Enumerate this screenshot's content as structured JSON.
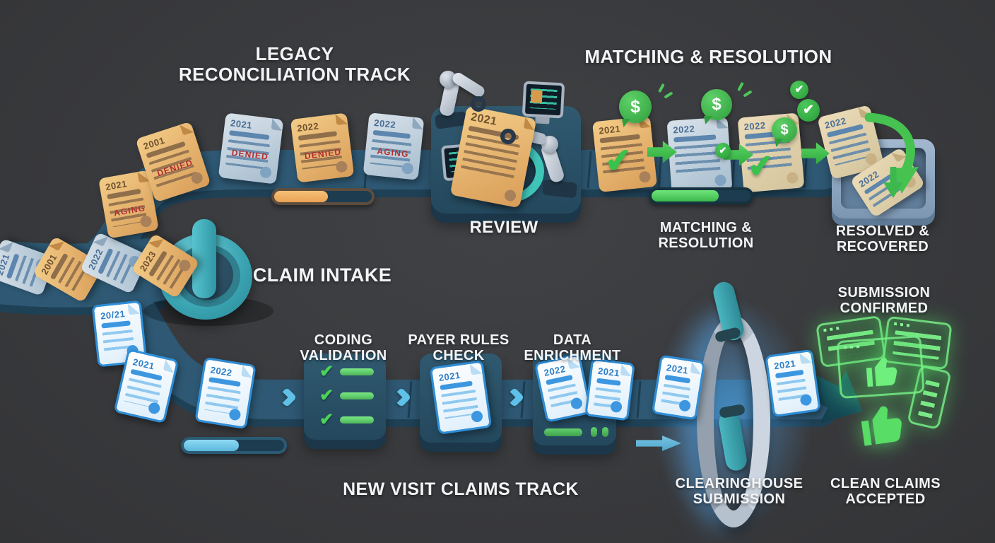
{
  "titles": {
    "legacy_line1": "LEGACY",
    "legacy_line2": "RECONCILIATION TRACK",
    "matching_top": "MATCHING & RESOLUTION",
    "new_track": "NEW VISIT CLAIMS TRACK"
  },
  "labels": {
    "claim_intake": "CLAIM INTAKE",
    "review": "REVIEW",
    "matching_line1": "MATCHING &",
    "matching_line2": "RESOLUTION",
    "resolved_line1": "RESOLVED &",
    "resolved_line2": "RECOVERED",
    "coding_line1": "CODING",
    "coding_line2": "VALIDATION",
    "payer_line1": "PAYER RULES",
    "payer_line2": "CHECK",
    "data_line1": "DATA",
    "data_line2": "ENRICHMENT",
    "submission_line1": "SUBMISSION",
    "submission_line2": "CONFIRMED",
    "clearinghouse_line1": "CLEARINGHOUSE",
    "clearinghouse_line2": "SUBMISSION",
    "clean_line1": "CLEAN CLAIMS",
    "clean_line2": "ACCEPTED"
  },
  "icons": {
    "dollar": "$",
    "check": "✔"
  },
  "docs": {
    "legacy_queue": [
      {
        "year": "2021",
        "style": "aged-blue"
      },
      {
        "year": "2001",
        "style": "aged-orange"
      },
      {
        "year": "2022",
        "style": "aged-blue"
      },
      {
        "year": "2023",
        "style": "aged-orange"
      }
    ],
    "legacy_belt": [
      {
        "year": "2021",
        "stamp": "AGING",
        "style": "aged-orange"
      },
      {
        "year": "2001",
        "stamp": "DENIED",
        "style": "aged-orange"
      },
      {
        "year": "2021",
        "stamp": "DENIED",
        "style": "aged-blue"
      },
      {
        "year": "2022",
        "stamp": "DENIED",
        "style": "aged-orange"
      },
      {
        "year": "2022",
        "stamp": "AGING",
        "style": "aged-blue"
      }
    ],
    "review_doc": {
      "year": "2021"
    },
    "matching": [
      {
        "year": "2021",
        "style": "aged-orange"
      },
      {
        "year": "2022",
        "style": "aged-blue"
      },
      {
        "year": "2022",
        "style": "aged-beige"
      }
    ],
    "resolved": [
      {
        "year": "2022"
      },
      {
        "year": "2022"
      }
    ],
    "new_belt": [
      {
        "year": "20/21"
      },
      {
        "year": "2021"
      },
      {
        "year": "2022"
      },
      {
        "year": "2021"
      },
      {
        "year": "2022"
      },
      {
        "year": "2021"
      },
      {
        "year": "2021"
      },
      {
        "year": "2021"
      }
    ]
  },
  "progress": {
    "legacy": {
      "percent": 55,
      "color": "#f2b168"
    },
    "matching": {
      "percent": 68,
      "color": "#55d055"
    },
    "new_track": {
      "percent": 55,
      "color": "#7fd2f0"
    }
  },
  "colors": {
    "background": "#3a3c3f",
    "track": "#2e5873",
    "track_shadow": "#1f4156",
    "station": "#2b5168",
    "teal_accent": "#3fb4c0",
    "green_accent": "#45c24f",
    "green_glow": "#6ff07e",
    "blue_arrow": "#5fc0e8",
    "doc_aged_orange": "#eec27f",
    "doc_aged_blue": "#c9d6e1",
    "doc_new": "#f4f9fd",
    "doc_new_accent": "#2e8ed8",
    "stamp_red": "#b32c2c",
    "tray": "#93abc6",
    "label_text": "#f3f4f6"
  }
}
